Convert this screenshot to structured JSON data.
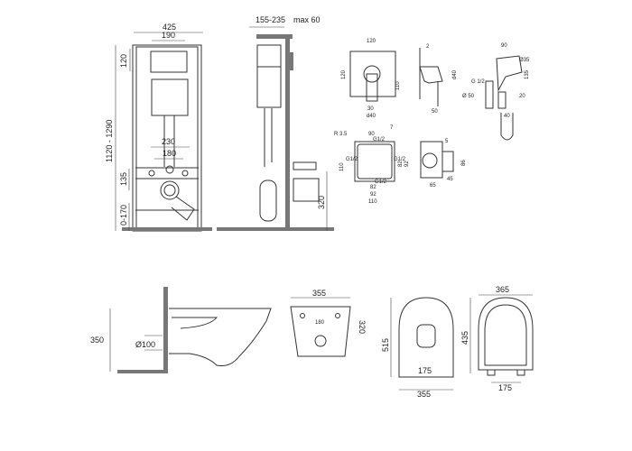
{
  "frame": {
    "width": "425",
    "panel_width": "190",
    "panel_height": "120",
    "height_range": "1120 - 1290",
    "outer_spacing": "230",
    "inner_spacing": "180",
    "outlet_height": "135",
    "adjust": "0-170"
  },
  "side": {
    "depth": "155-235",
    "max": "max 60",
    "drain_height": "320"
  },
  "mixer": {
    "plate_w": "120",
    "plate_h": "120",
    "lever_h": "110",
    "lever_w": "30",
    "lever_d": "d40",
    "thick": "2",
    "depth": "50",
    "body_d": "d40"
  },
  "hygienic": {
    "w": "90",
    "d": "Ø35",
    "h": "135",
    "thread": "G 1/2",
    "flange": "Ø 50",
    "bottom": "40",
    "angle": "20"
  },
  "box": {
    "radius": "R 3.5",
    "top": "90",
    "angle": "7",
    "g_top": "G1/2",
    "g_left": "G1/2",
    "g_right": "G1/2",
    "g_bottom": "G1/2",
    "h": "110",
    "inner1": "82",
    "inner2": "92",
    "b1": "82",
    "b2": "92",
    "b3": "110",
    "side_gap": "5",
    "side_h": "86",
    "side_w": "65",
    "side_d": "45"
  },
  "bowl_side": {
    "height": "350",
    "drain": "Ø100"
  },
  "bowl_back": {
    "width": "355",
    "holes": "180",
    "height": "320"
  },
  "bowl_top": {
    "length": "515",
    "inner": "175",
    "width": "355"
  },
  "seat": {
    "width": "365",
    "length": "435",
    "hinges": "175"
  }
}
